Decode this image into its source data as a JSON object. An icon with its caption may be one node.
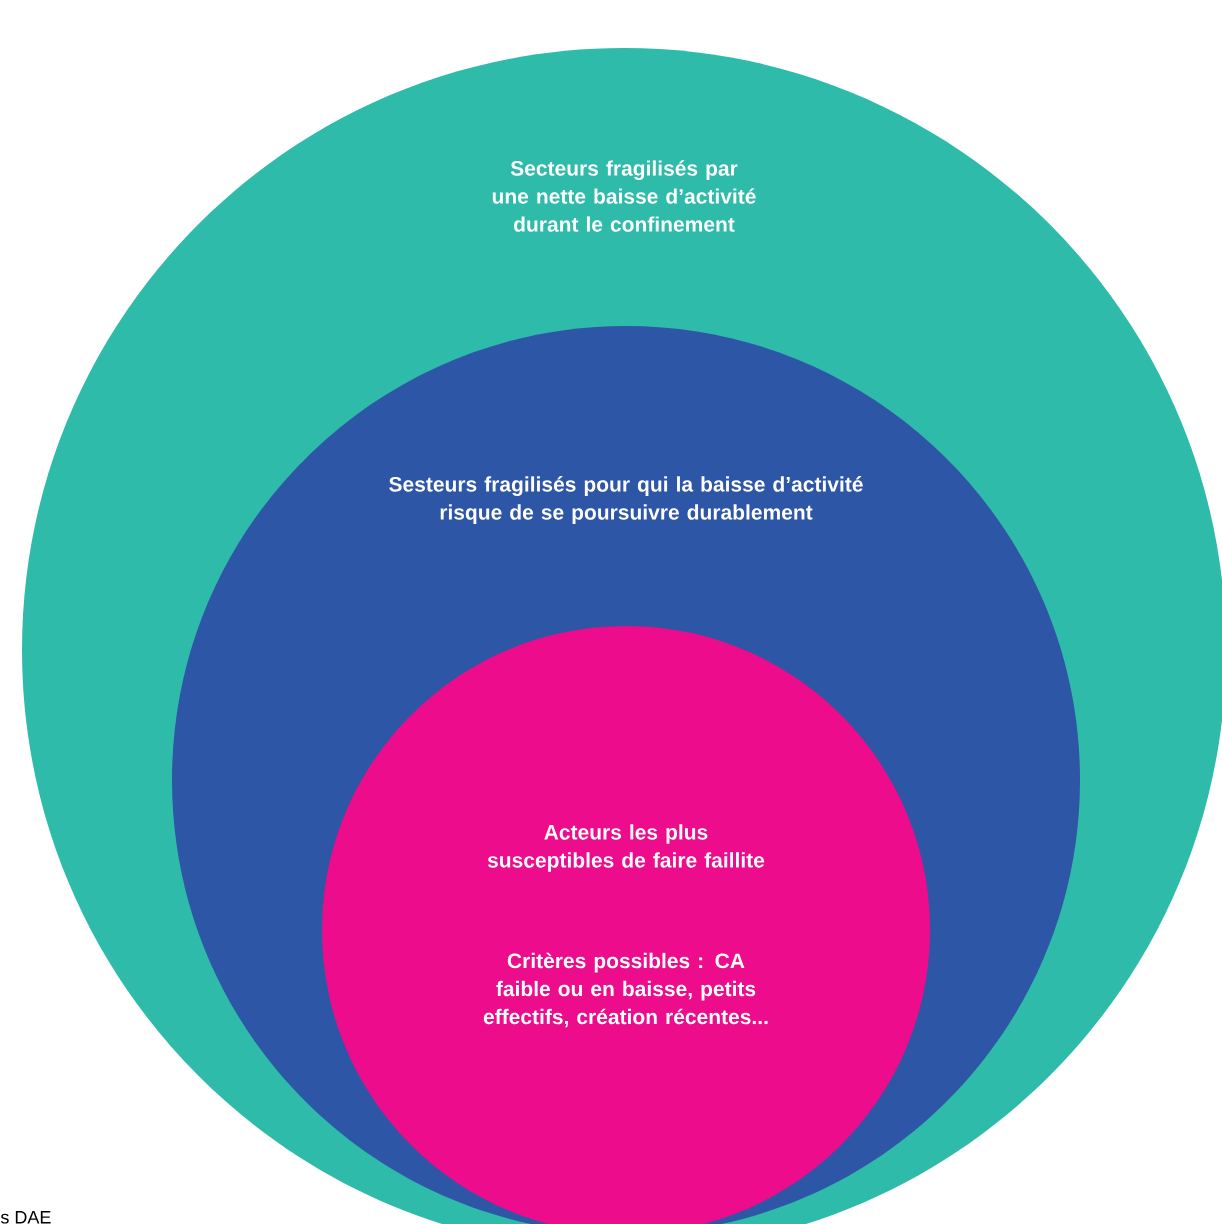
{
  "diagram": {
    "nodes": [
      {
        "text": [
          "Secteurs fragilisés par une nette baisse d’activité durant le confinement"
        ]
      },
      {
        "text": [
          "Sesteurs fragilisés pour qui la baisse d’activité risque de se poursuivre durablement"
        ],
        "in": 0
      },
      {
        "text": [
          "Acteurs les plus susceptibles de faire faillite",
          "Critères possibles : CA faible ou en baisse, petits effectifs, création récentes..."
        ],
        "in": 1
      }
    ],
    "labels": [
      "s DAE"
    ]
  }
}
